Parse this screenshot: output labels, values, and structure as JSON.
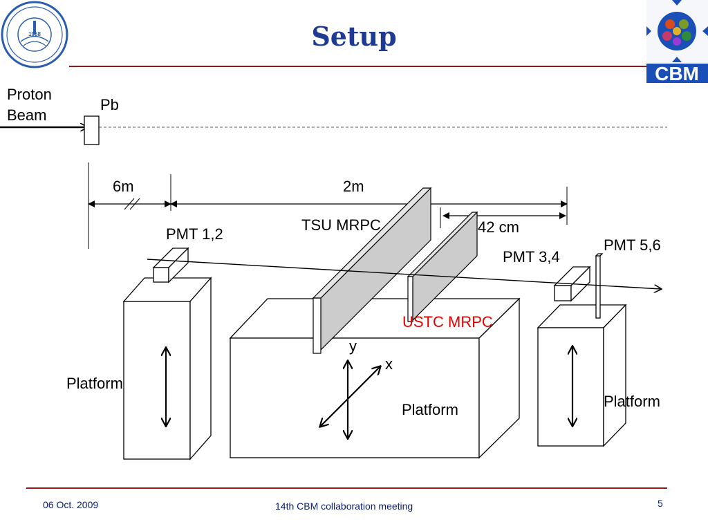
{
  "slide": {
    "title": "Setup",
    "labels": {
      "proton_beam_1": "Proton",
      "proton_beam_2": "Beam",
      "pb": "Pb",
      "dist_6m": "6m",
      "dist_2m": "2m",
      "dist_42cm": "42 cm",
      "tsu_mrpc": "TSU MRPC",
      "ustc_mrpc": "USTC MRPC",
      "pmt_12": "PMT 1,2",
      "pmt_34": "PMT 3,4",
      "pmt_56": "PMT 5,6",
      "platform_left": "Platform",
      "platform_center": "Platform",
      "platform_right": "Platform",
      "axis_y": "y",
      "axis_x": "x"
    },
    "logos": {
      "left_year": "1958",
      "right_text": "CBM"
    },
    "footer": {
      "date": "06 Oct. 2009",
      "meeting": "14th CBM collaboration meeting",
      "page": "5"
    },
    "colors": {
      "title": "#1f3a93",
      "rule": "#8b1a1a",
      "ustc_label": "#e00000",
      "mrpc_fill": "#cccccc",
      "footer_text": "#0a1d6b",
      "cbm_logo_bg": "#1a4fb8"
    }
  }
}
